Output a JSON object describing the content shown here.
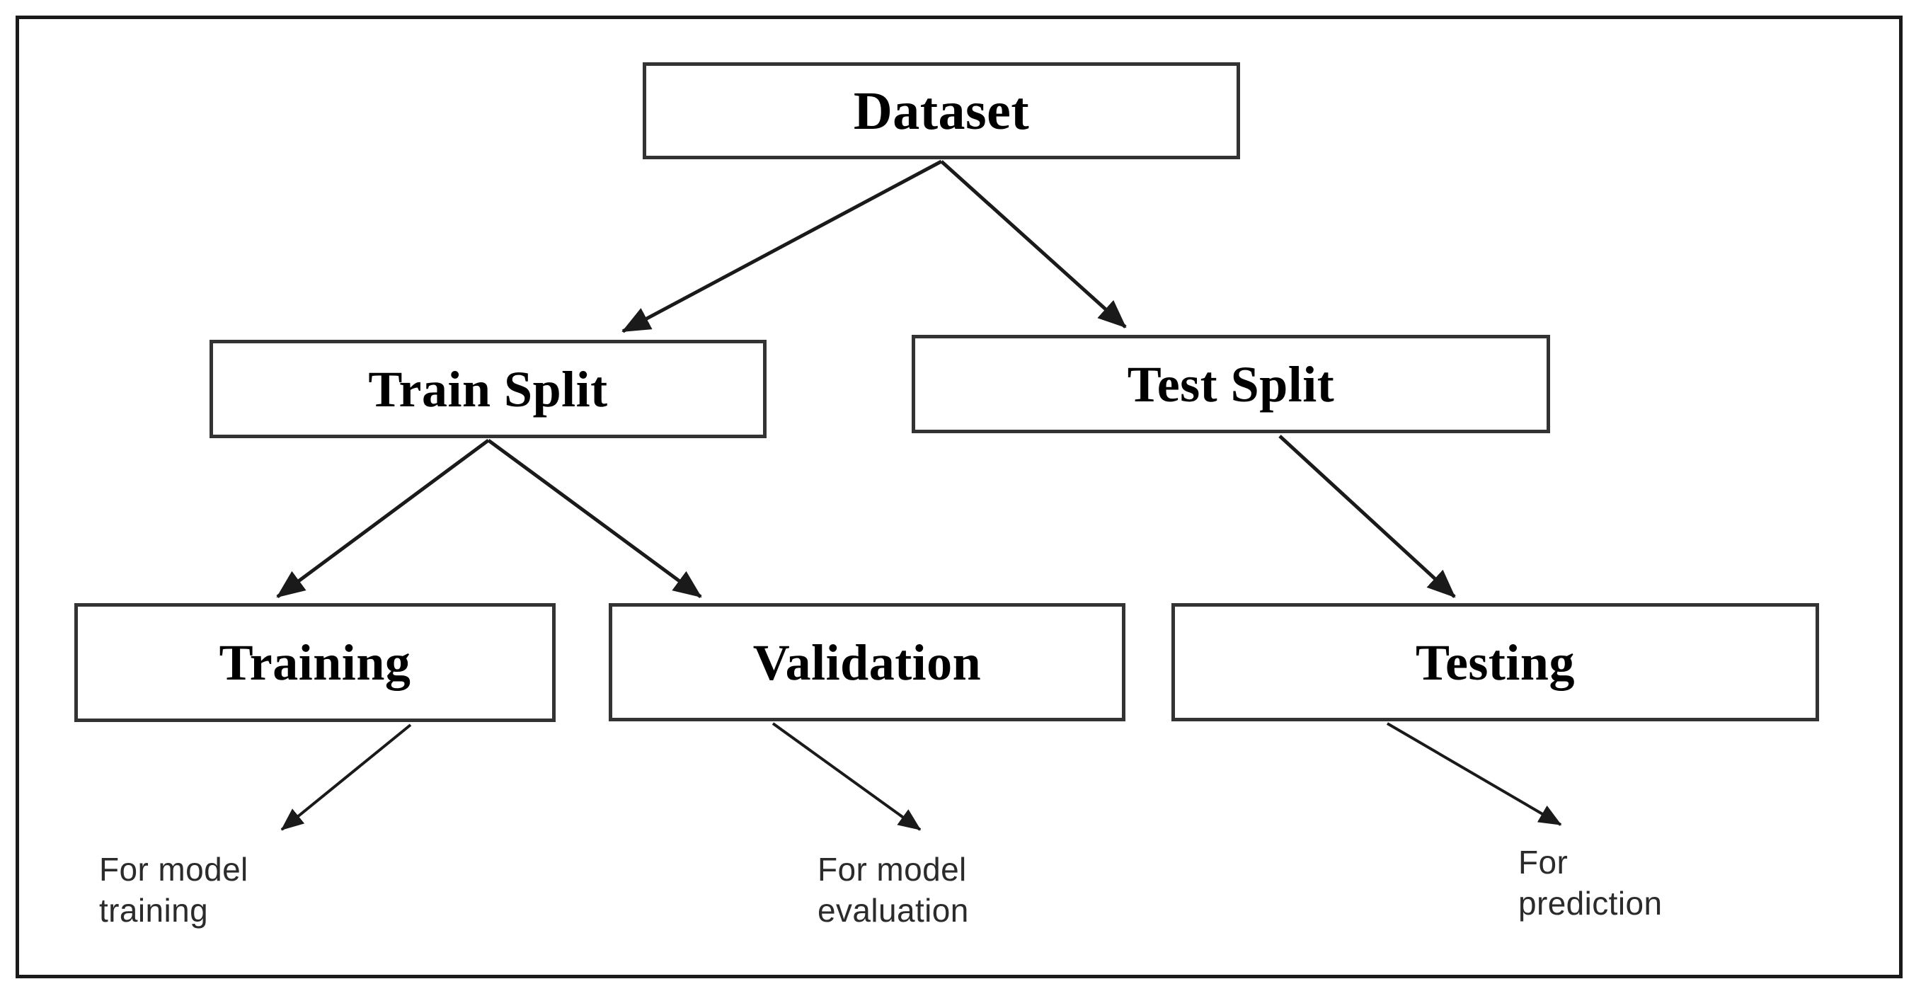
{
  "diagram": {
    "title": "Dataset splitting flow diagram",
    "frame": {
      "border_color": "#1a1a1a"
    },
    "node_border_color": "#333333",
    "node_text_color": "#000000",
    "annotation_text_color": "#2b2b2b",
    "arrow_color": "#1a1a1a",
    "nodes": [
      {
        "id": "dataset",
        "label": "Dataset"
      },
      {
        "id": "train-split",
        "label": "Train Split"
      },
      {
        "id": "test-split",
        "label": "Test Split"
      },
      {
        "id": "training",
        "label": "Training"
      },
      {
        "id": "validation",
        "label": "Validation"
      },
      {
        "id": "testing",
        "label": "Testing"
      }
    ],
    "annotations": [
      {
        "id": "ann-training",
        "text": "For model\ntraining"
      },
      {
        "id": "ann-validation",
        "text": "For model\nevaluation"
      },
      {
        "id": "ann-testing",
        "text": "For\nprediction"
      }
    ],
    "edges": [
      {
        "from": "dataset",
        "to": "train-split"
      },
      {
        "from": "dataset",
        "to": "test-split"
      },
      {
        "from": "train-split",
        "to": "training"
      },
      {
        "from": "train-split",
        "to": "validation"
      },
      {
        "from": "test-split",
        "to": "testing"
      },
      {
        "from": "training",
        "to": "ann-training"
      },
      {
        "from": "validation",
        "to": "ann-validation"
      },
      {
        "from": "testing",
        "to": "ann-testing"
      }
    ]
  }
}
